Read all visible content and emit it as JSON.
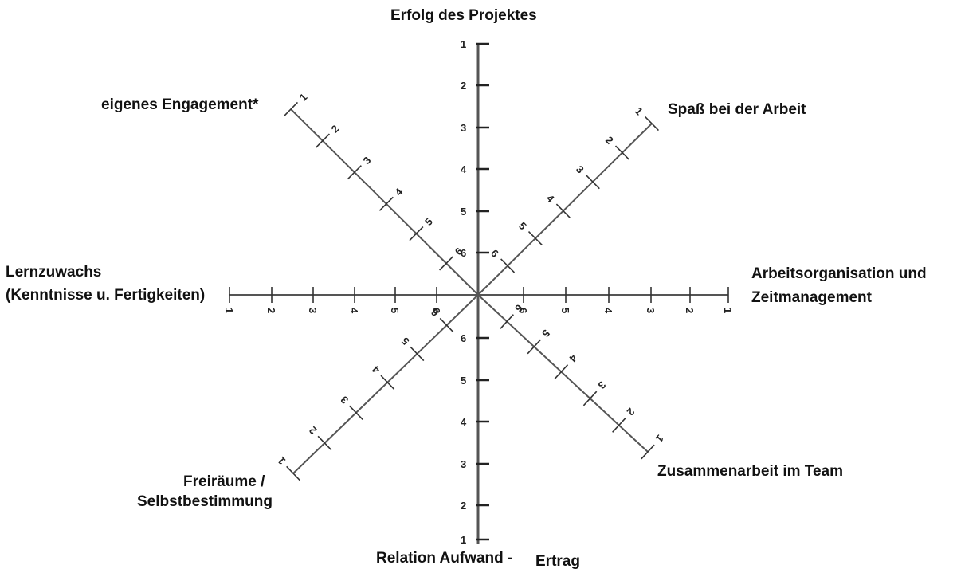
{
  "axes": [
    {
      "id": "top",
      "label_lines": [
        "Erfolg des Projektes"
      ]
    },
    {
      "id": "upper-right",
      "label_lines": [
        "Spaß bei der Arbeit"
      ]
    },
    {
      "id": "right",
      "label_lines": [
        "Arbeitsorganisation und",
        "Zeitmanagement"
      ]
    },
    {
      "id": "lower-right",
      "label_lines": [
        "Zusammenarbeit im Team"
      ]
    },
    {
      "id": "bottom",
      "label_lines": [
        "Relation  Aufwand -",
        "Ertrag"
      ]
    },
    {
      "id": "lower-left",
      "label_lines": [
        "Freiräume  /",
        "Selbstbestimmung"
      ]
    },
    {
      "id": "left",
      "label_lines": [
        "Lernzuwachs",
        "(Kenntnisse u. Fertigkeiten)"
      ]
    },
    {
      "id": "upper-left",
      "label_lines": [
        "eigenes Engagement*"
      ]
    }
  ],
  "scale_labels": [
    "1",
    "2",
    "3",
    "4",
    "5",
    "6"
  ],
  "colors": {
    "line": "#555555",
    "text": "#111111"
  }
}
